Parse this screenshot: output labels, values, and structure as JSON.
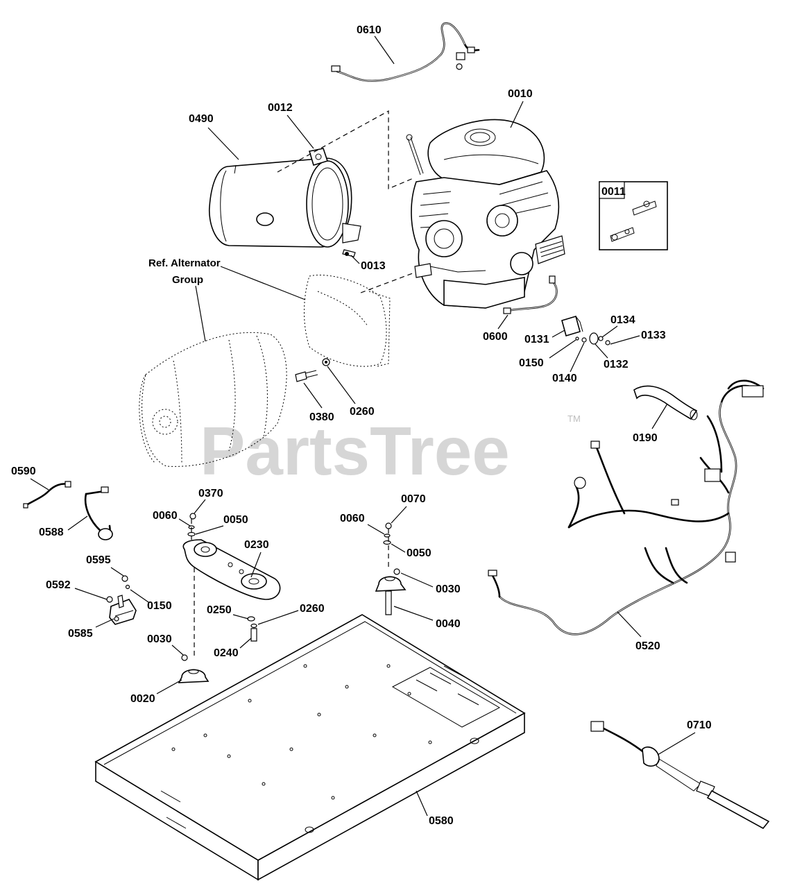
{
  "watermark": {
    "text": "PartsTree",
    "tm": "TM"
  },
  "ref_label": {
    "line1": "Ref. Alternator",
    "line2": "Group"
  },
  "labels": {
    "l0610": "0610",
    "l0010": "0010",
    "l0012": "0012",
    "l0490": "0490",
    "l0011": "0011",
    "l0013": "0013",
    "l0600": "0600",
    "l0131": "0131",
    "l0134": "0134",
    "l0133": "0133",
    "l0150a": "0150",
    "l0140": "0140",
    "l0132": "0132",
    "l0380": "0380",
    "l0260a": "0260",
    "l0190": "0190",
    "l0590": "0590",
    "l0588": "0588",
    "l0370": "0370",
    "l0060a": "0060",
    "l0050a": "0050",
    "l0230": "0230",
    "l0070": "0070",
    "l0060b": "0060",
    "l0050b": "0050",
    "l0030a": "0030",
    "l0040": "0040",
    "l0595": "0595",
    "l0592": "0592",
    "l0150b": "0150",
    "l0585": "0585",
    "l0250": "0250",
    "l0260b": "0260",
    "l0240": "0240",
    "l0030b": "0030",
    "l0020": "0020",
    "l0520": "0520",
    "l0710": "0710",
    "l0580": "0580"
  },
  "colors": {
    "line": "#000000",
    "background": "#ffffff",
    "watermark": "#cfcfcf"
  }
}
